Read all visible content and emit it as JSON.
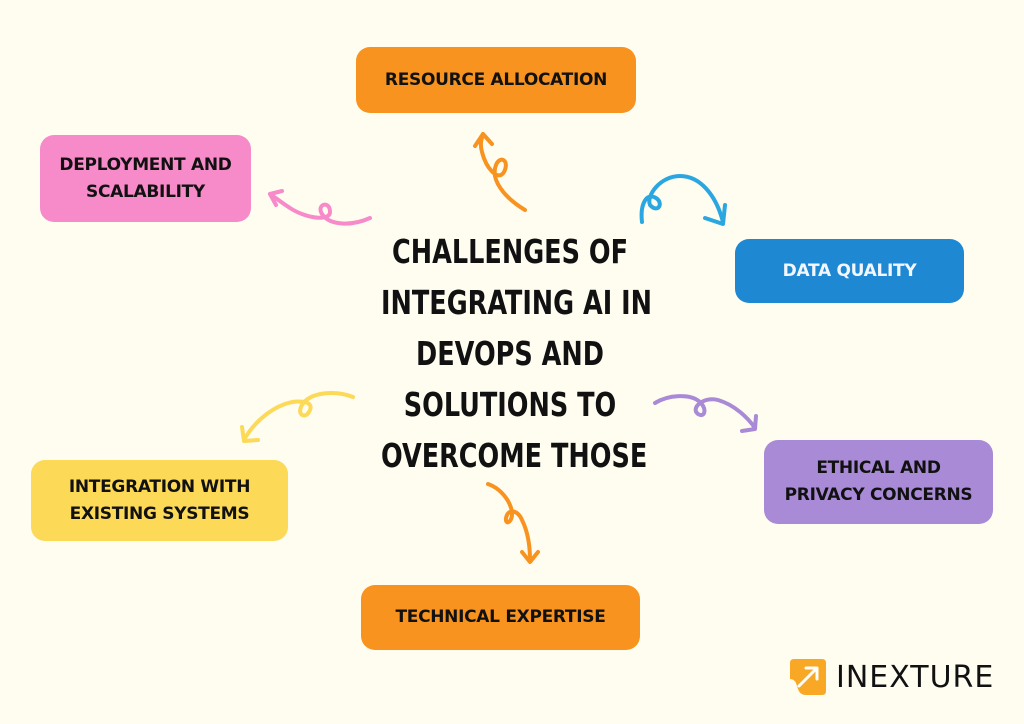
{
  "title": {
    "lines": [
      "CHALLENGES OF",
      "INTEGRATING AI IN",
      "DEVOPS AND",
      "SOLUTIONS TO",
      "OVERCOME THOSE"
    ]
  },
  "nodes": [
    {
      "id": "resource-allocation",
      "lines": [
        "RESOURCE ALLOCATION"
      ],
      "color": "#f7931e"
    },
    {
      "id": "deployment-scalability",
      "lines": [
        "DEPLOYMENT AND",
        "SCALABILITY"
      ],
      "color": "#f78ac9"
    },
    {
      "id": "data-quality",
      "lines": [
        "DATA QUALITY"
      ],
      "color": "#1e88d2"
    },
    {
      "id": "ethical-privacy",
      "lines": [
        "ETHICAL AND",
        "PRIVACY CONCERNS"
      ],
      "color": "#a98ad6"
    },
    {
      "id": "integration-existing",
      "lines": [
        "INTEGRATION WITH",
        "EXISTING SYSTEMS"
      ],
      "color": "#fcd957"
    },
    {
      "id": "technical-expertise",
      "lines": [
        "TECHNICAL EXPERTISE"
      ],
      "color": "#f7931e"
    }
  ],
  "arrows": {
    "resource": "#f7931e",
    "deploy": "#f78ac9",
    "data": "#2aa7e0",
    "ethical": "#a98ad6",
    "integration": "#fcd957",
    "technical": "#f7931e"
  },
  "logo": {
    "text": "INEXTURE",
    "icon": "arrow-up-right-icon",
    "color": "#f9a826"
  },
  "background": "#fffcf0"
}
